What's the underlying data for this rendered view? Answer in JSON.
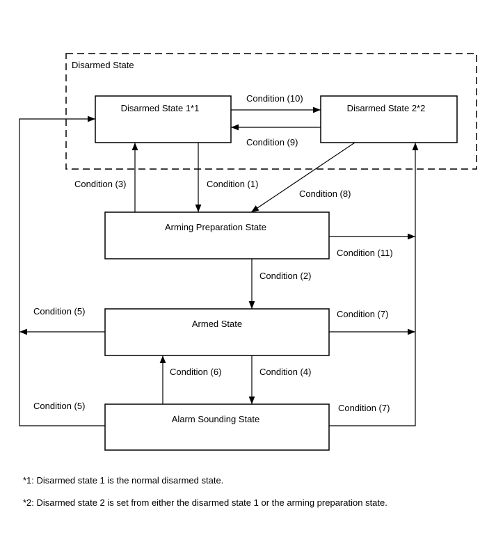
{
  "group": {
    "label": "Disarmed State"
  },
  "states": {
    "disarmed1": "Disarmed State 1*1",
    "disarmed2": "Disarmed State 2*2",
    "arming_prep": "Arming Preparation State",
    "armed": "Armed State",
    "alarm": "Alarm Sounding State"
  },
  "conditions": {
    "c1": "Condition (1)",
    "c2": "Condition (2)",
    "c3": "Condition (3)",
    "c4": "Condition (4)",
    "c5": "Condition (5)",
    "c6": "Condition (6)",
    "c7": "Condition (7)",
    "c8": "Condition (8)",
    "c9": "Condition (9)",
    "c10": "Condition (10)",
    "c11": "Condition (11)"
  },
  "notes": {
    "n1": "*1: Disarmed state 1 is the normal disarmed state.",
    "n2": "*2: Disarmed state 2 is set from either the disarmed state 1 or the arming preparation state."
  }
}
